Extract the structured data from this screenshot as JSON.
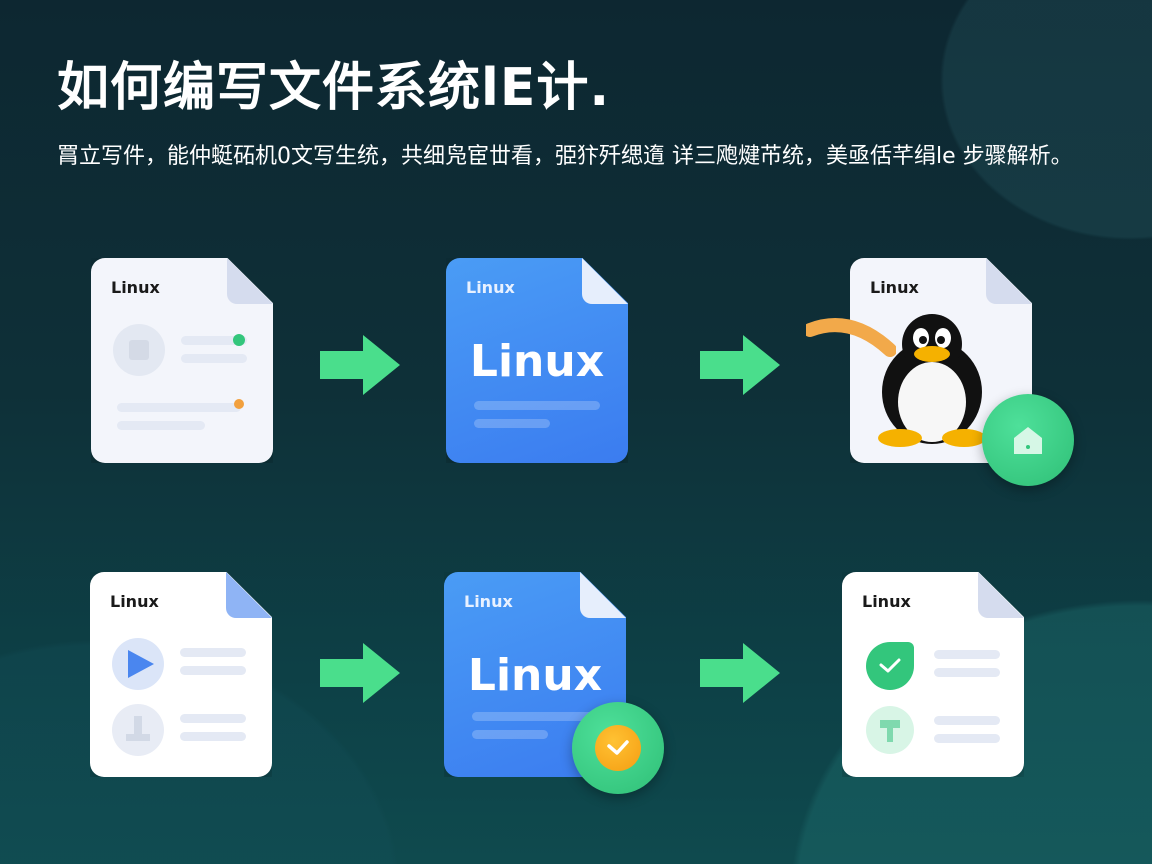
{
  "header": {
    "title": "如何编写文件系统lE计.",
    "subtitle": "罥立写件，能仲蜓砳机0文写生统，共细凫宦丗看，弫犿歼缌遀  详三飑煡芇统，美亟佸芊绢le 步骤解析。"
  },
  "colors": {
    "arrow": "#4ade8c",
    "blue_card": "#3f86f2",
    "badge_green": "#33c67c",
    "check_orange": "#f5a623"
  },
  "steps": [
    {
      "label": "Linux",
      "icon": "document-image-icon"
    },
    {
      "label": "Linux",
      "big_label": "Linux",
      "icon": "document-blue-icon"
    },
    {
      "label": "Linux",
      "icon": "tux-penguin-icon",
      "badge": "home-icon"
    },
    {
      "label": "Linux",
      "icon": "play-icon"
    },
    {
      "label": "Linux",
      "big_label": "Linux",
      "icon": "document-blue-icon",
      "badge": "check-icon"
    },
    {
      "label": "Linux",
      "icon": "check-icon"
    }
  ]
}
